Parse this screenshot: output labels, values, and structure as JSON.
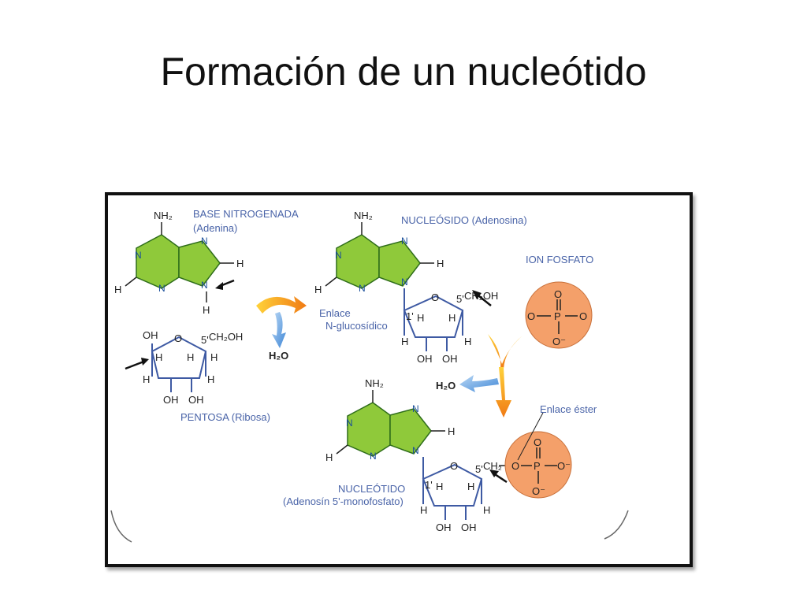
{
  "slide": {
    "title": "Formación de un nucleótido"
  },
  "labels": {
    "base": "BASE NITROGENADA",
    "base_sub": "(Adenina)",
    "pentosa": "PENTOSA (Ribosa)",
    "nucleosido": "NUCLEÓSIDO (Adenosina)",
    "ion_fosfato": "ION FOSFATO",
    "enlace_n": "Enlace",
    "enlace_n2": "N-glucosídico",
    "enlace_ester": "Enlace éster",
    "nucleotido": "NUCLEÓTIDO",
    "nucleotido_sub": "(Adenosín 5'-monofosfato)"
  },
  "atoms": {
    "nh2": "NH₂",
    "n": "N",
    "h": "H",
    "o": "O",
    "oh": "OH",
    "ch2oh": "CH₂OH",
    "ch2": "CH₂",
    "p": "P",
    "o_minus": "O⁻",
    "h2o": "H₂O",
    "pos5": "5'",
    "pos1": "1'"
  },
  "colors": {
    "purine": "#8fc93a",
    "phosphate": "#f4a06a",
    "bond_blue": "#3e5aa3",
    "arrow_orange": "#f08a1c",
    "arrow_blue": "#4a90d9"
  }
}
